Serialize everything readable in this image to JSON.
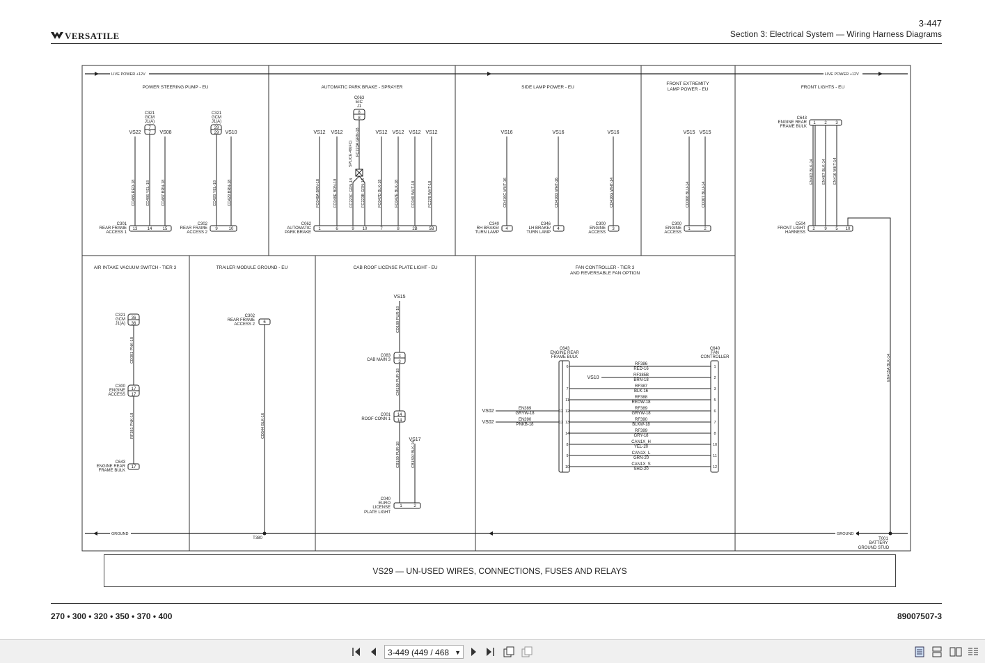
{
  "header": {
    "page_number": "3-447",
    "section_title": "Section 3: Electrical System — Wiring Harness Diagrams",
    "logo_text": "VERSATILE"
  },
  "footer": {
    "models": "270 • 300 • 320 • 350 • 370 • 400",
    "doc_number": "89007507-3"
  },
  "bus": {
    "live_power_left": "LIVE POWER +12V",
    "live_power_right": "LIVE POWER +12V",
    "ground_left": "GROUND",
    "ground_right": "GROUND"
  },
  "panels": {
    "power_steering": {
      "title": "POWER STEERING PUMP - EU",
      "conn1": [
        "C321",
        "GCM",
        "J1(A)"
      ],
      "conn1_pin": "7",
      "conn2": [
        "C321",
        "GCM",
        "J1(A)"
      ],
      "conn2_pin": "29",
      "vs_a": "VS22",
      "vs_b": "VS08",
      "vs_c": "VS10",
      "wires": [
        "CD486 RED-18",
        "CD486 YEL-18",
        "CD487 BRN-18",
        "CD428 YEL-18",
        "CD429 BRN-18"
      ],
      "bottom1": [
        "C301",
        "REAR FRAME",
        "ACCESS 1"
      ],
      "bottom1_pins": [
        "13",
        "14",
        "15"
      ],
      "bottom2": [
        "C302",
        "REAR FRAME",
        "ACCESS 2"
      ],
      "bottom2_pins": [
        "9",
        "10"
      ]
    },
    "park_brake": {
      "title": "AUTOMATIC PARK BRAKE - SPRAYER",
      "top_conn": [
        "C063",
        "EIC",
        "J1"
      ],
      "top_pin": "8",
      "vs": [
        "VS12",
        "VS12",
        "VS12",
        "VS12",
        "VS12",
        "VS12"
      ],
      "splice": "SPLICE-49(FC)",
      "wires": [
        "FC223A GRN-18",
        "FC048A BRN-18",
        "FC048E BRN-18",
        "FC223C GRN-18",
        "FC223B GRN-18",
        "FC047D BLK-18",
        "FC047E BLK-18",
        "FC049 WHT-18",
        "FC278 WHT-18"
      ],
      "bottom": [
        "C062",
        "AUTOMATIC",
        "PARK BRAKE"
      ],
      "bottom_pins": [
        "1",
        "6",
        "9",
        "10",
        "7",
        "8",
        "2B",
        "5B"
      ]
    },
    "side_lamp": {
      "title": "SIDE LAMP POWER - EU",
      "vs": [
        "VS16",
        "VS16",
        "VS16"
      ],
      "wires": [
        "CD416C WHT-16",
        "CD416D WHT-16",
        "CD416G WHT-14"
      ],
      "c1": [
        "C340",
        "RH BRAKE/",
        "TURN LAMP"
      ],
      "c1_pin": "4",
      "c2": [
        "C346",
        "LH BRAKE/",
        "TURN LAMP"
      ],
      "c2_pin": "4",
      "c3": [
        "C300",
        "ENGINE",
        "ACCESS"
      ],
      "c3_pin": "3"
    },
    "front_extremity": {
      "title_line1": "FRONT EXTREMITY",
      "title_line2": "LAMP POWER - EU",
      "vs": [
        "VS15",
        "VS15"
      ],
      "wires": [
        "CD308 BLU-14",
        "CD307 BLU-14"
      ],
      "bottom": [
        "C300",
        "ENGINE",
        "ACCESS"
      ],
      "bottom_pins": [
        "1",
        "2"
      ]
    },
    "front_lights": {
      "title": "FRONT LIGHTS - EU",
      "top": [
        "C643",
        "ENGINE REAR",
        "FRAME BULK"
      ],
      "top_pins": [
        "1",
        "2",
        "3"
      ],
      "wires": [
        "EN403 BLK-14",
        "EN407 BLK-14",
        "EN416 WHT-14"
      ],
      "bottom": [
        "C504",
        "FRONT LIGHT",
        "HARNESS"
      ],
      "bottom_pins": [
        "2",
        "9",
        "5",
        "10"
      ],
      "ground_wire": "EN415A BLK-14",
      "ground_stud": [
        "T001",
        "BATTERY",
        "GROUND STUD"
      ]
    },
    "air_intake": {
      "title": "AIR INTAKE VACUUM SWITCH - TIER 3",
      "c1": [
        "C321",
        "GCM",
        "J1(A)"
      ],
      "c1_pin": "36",
      "w1": "CD381 PNK-18",
      "c2": [
        "C300",
        "ENGINE",
        "ACCESS"
      ],
      "c2_pin": "17",
      "w2": "RF381 PNK-18",
      "c3": [
        "C643",
        "ENGINE REAR",
        "FRAME BULK"
      ],
      "c3_pin": "17"
    },
    "trailer_ground": {
      "title": "TRAILER MODULE GROUND - EU",
      "conn": [
        "C302",
        "REAR FRAME",
        "ACCESS 2"
      ],
      "pin": "6",
      "wire": "CD544 BLK-16",
      "ground_label": "T380"
    },
    "license_plate": {
      "title": "CAB ROOF LICENSE PLATE LIGHT - EU",
      "vs_top": "VS15",
      "w1": "CD180 PUR-18",
      "c1": [
        "C083",
        "CAB MAIN 3"
      ],
      "c1_pin": "3",
      "w2": "CM180 PUR-18",
      "c2": [
        "C001",
        "ROOF CONN 1"
      ],
      "c2_pin": "14",
      "vs_side": "VS17",
      "w3": "CB180 PUR-18",
      "w4": "CB180J BLK-16",
      "c3": [
        "C040",
        "EURO",
        "LICENSE",
        "PLATE LIGHT"
      ],
      "c3_pins": [
        "1",
        "2"
      ]
    },
    "fan_controller": {
      "title_line1": "FAN CONTROLLER - TIER 3",
      "title_line2": "AND REVERSABLE FAN OPTION",
      "left_conn": [
        "C643",
        "ENGINE REAR",
        "FRAME BULK"
      ],
      "right_conn": [
        "C640",
        "FAN",
        "CONTROLLER"
      ],
      "vs10": "VS10",
      "vs02a": "VS02",
      "vs02b": "VS02",
      "in1": [
        "EN389",
        "GRYW-18"
      ],
      "in2": [
        "EN390",
        "PNKB-18"
      ],
      "rows": [
        {
          "l": "6",
          "w": "RF386",
          "c": "RED-16",
          "r": "1"
        },
        {
          "l": "",
          "w": "RF385B",
          "c": "BRN-18",
          "r": "2"
        },
        {
          "l": "7",
          "w": "RF387",
          "c": "BLK-16",
          "r": "3"
        },
        {
          "l": "11",
          "w": "RF388",
          "c": "REDW-18",
          "r": "5"
        },
        {
          "l": "12",
          "w": "RF389",
          "c": "GRYW-18",
          "r": "6"
        },
        {
          "l": "13",
          "w": "RF390",
          "c": "BLKW-18",
          "r": "7"
        },
        {
          "l": "14",
          "w": "RF399",
          "c": "GRY-18",
          "r": "8"
        },
        {
          "l": "8",
          "w": "CAN1X_H",
          "c": "YEL-20",
          "r": "10"
        },
        {
          "l": "9",
          "w": "CAN1X_L",
          "c": "GRN-20",
          "r": "11"
        },
        {
          "l": "10",
          "w": "CAN1X_S",
          "c": "SHD-20",
          "r": "12"
        }
      ]
    }
  },
  "vs29": "VS29 — UN-USED WIRES, CONNECTIONS, FUSES AND RELAYS",
  "toolbar": {
    "page_field": "3-449 (449 / 468",
    "icons": [
      "first-page-icon",
      "prev-page-icon",
      "next-page-icon",
      "last-page-icon",
      "view-single-icon",
      "view-continuous-icon",
      "view-facing-icon",
      "view-cover-icon"
    ]
  }
}
